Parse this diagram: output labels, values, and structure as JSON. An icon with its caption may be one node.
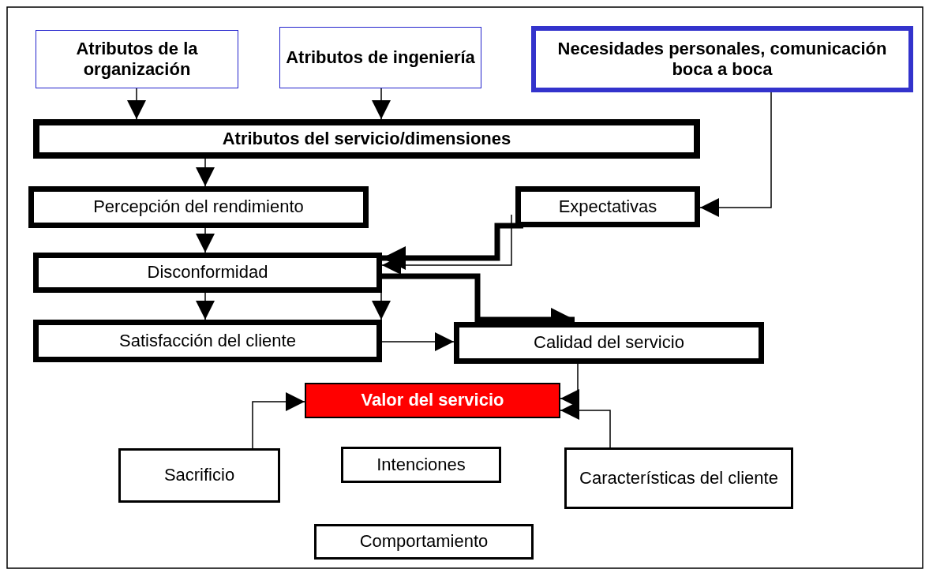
{
  "diagram": {
    "nodes": [
      {
        "text": [
          "Atributos de la organización"
        ]
      },
      {
        "text": [
          "Atributos de ingeniería"
        ]
      },
      {
        "text": [
          "Necesidades personales, comunicación boca a boca"
        ]
      },
      {
        "text": [
          "Atributos del servicio/dimensiones"
        ]
      },
      {
        "text": [
          "Percepción del rendimiento"
        ]
      },
      {
        "text": [
          "Expectativas"
        ]
      },
      {
        "text": [
          "Disconformidad"
        ]
      },
      {
        "text": [
          "Satisfacción del cliente"
        ]
      },
      {
        "text": [
          "Calidad del servicio"
        ]
      },
      {
        "text": [
          "Valor del servicio"
        ]
      },
      {
        "text": [
          "Sacrificio"
        ]
      },
      {
        "text": [
          "Intenciones"
        ]
      },
      {
        "text": [
          "Características del cliente"
        ]
      },
      {
        "text": [
          "Comportamiento"
        ]
      }
    ],
    "edges": [
      {
        "from": 0,
        "to": 3,
        "arrow": "to"
      },
      {
        "from": 1,
        "to": 3,
        "arrow": "to"
      },
      {
        "from": 2,
        "to": 5,
        "arrow": "to"
      },
      {
        "from": 3,
        "to": 4,
        "arrow": "to"
      },
      {
        "from": 4,
        "to": 6,
        "arrow": "to"
      },
      {
        "from": 5,
        "to": 6,
        "arrow": "to",
        "style": "thick"
      },
      {
        "from": 5,
        "to": 6,
        "arrow": "to"
      },
      {
        "from": 6,
        "to": 7,
        "arrow": "to"
      },
      {
        "from": 6,
        "to": 7,
        "arrow": "to"
      },
      {
        "from": 6,
        "to": 8,
        "arrow": "to",
        "style": "thick"
      },
      {
        "from": 7,
        "to": 8,
        "arrow": "to"
      },
      {
        "from": 8,
        "to": 9,
        "arrow": "to"
      },
      {
        "from": 10,
        "to": 9,
        "arrow": "to"
      },
      {
        "from": 12,
        "to": 9,
        "arrow": "to"
      }
    ]
  }
}
